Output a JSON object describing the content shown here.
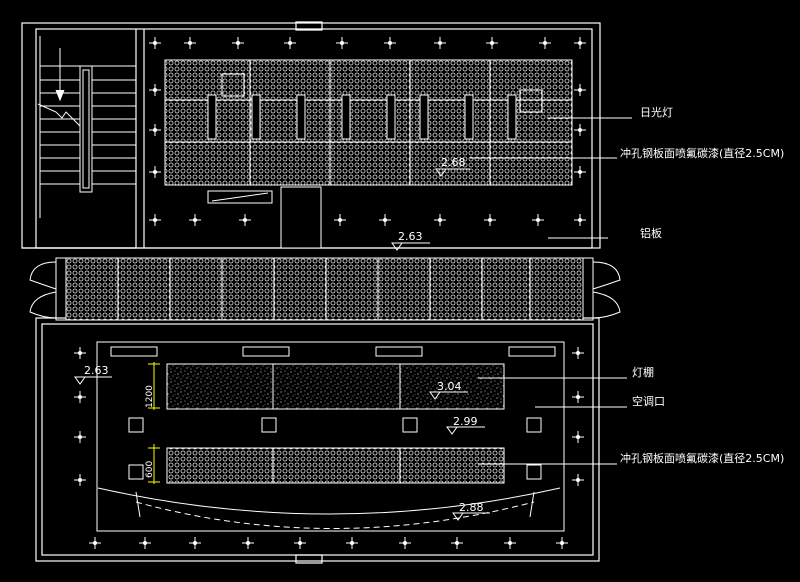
{
  "labels": {
    "fluorescent": "日光灯",
    "perforated_1": "冲孔钢板面喷氟碳漆(直径2.5CM)",
    "aluminum": "铝板",
    "light_shed": "灯棚",
    "ac_vent": "空调口",
    "perforated_2": "冲孔钢板面喷氟碳漆(直径2.5CM)"
  },
  "elevations": {
    "top_panel": "2.68",
    "top_mid": "2.63",
    "left_lower": "2.63",
    "light_shed": "3.04",
    "right_mid": "2.99",
    "arc": "2.88"
  },
  "dimensions": {
    "upper_band": "1200",
    "lower_band": "600"
  },
  "colors": {
    "background": "#000000",
    "lines": "#ffffff",
    "dimension_accent": "#ffff00"
  }
}
